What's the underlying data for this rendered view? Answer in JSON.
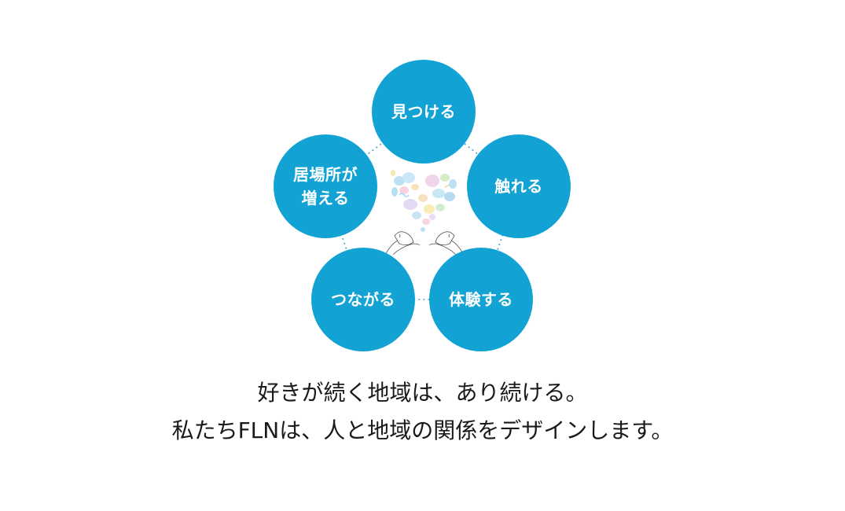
{
  "diagram": {
    "accent_color": "#12a3d4",
    "connector_color": "#4aa8d8",
    "nodes": [
      {
        "id": "find",
        "label": "見つける"
      },
      {
        "id": "touch",
        "label": "触れる"
      },
      {
        "id": "experience",
        "label": "体験する"
      },
      {
        "id": "connect",
        "label": "つながる"
      },
      {
        "id": "place",
        "label": "居場所が\n増える"
      }
    ],
    "center_graphic": "heart-of-colorful-shapes-with-birds-on-hands-illustration"
  },
  "tagline": {
    "line1": "好きが続く地域は、あり続ける。",
    "line2": "私たちFLNは、人と地域の関係をデザインします。"
  }
}
